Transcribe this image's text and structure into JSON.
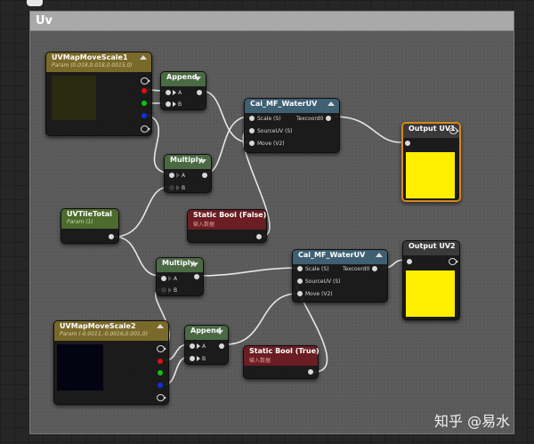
{
  "comment": {
    "title": "Uv"
  },
  "nodes": {
    "uvmap1": {
      "title": "UVMapMoveScale1",
      "subtitle": "Param (0.018,0.018,0.0015,0)"
    },
    "append1": {
      "title": "Append",
      "pin_a": "A",
      "pin_b": "B"
    },
    "multiply1": {
      "title": "Multiply",
      "pin_a": "A",
      "pin_b": "B"
    },
    "water1": {
      "title": "Cai_MF_WaterUV",
      "in_scale": "Scale (S)",
      "in_source": "SourceUV (S)",
      "in_move": "Move (V2)",
      "out_texcoord": "Texcoord0"
    },
    "output1": {
      "title": "Output UV1"
    },
    "uvtile": {
      "title": "UVTileTotal",
      "subtitle": "Param (1)"
    },
    "bool_false": {
      "title": "Static Bool (False)",
      "subtitle": "输入数据"
    },
    "multiply2": {
      "title": "Multiply",
      "pin_a": "A",
      "pin_b": "B"
    },
    "water2": {
      "title": "Cai_MF_WaterUV",
      "in_scale": "Scale (S)",
      "in_source": "SourceUV (S)",
      "in_move": "Move (V2)",
      "out_texcoord": "Texcoord0"
    },
    "output2": {
      "title": "Output UV2"
    },
    "uvmap2": {
      "title": "UVMapMoveScale2",
      "subtitle": "Param (-0.0011,-0.0016,0.001,0)"
    },
    "append2": {
      "title": "Append",
      "pin_a": "A",
      "pin_b": "B"
    },
    "bool_true": {
      "title": "Static Bool (True)",
      "subtitle": "输入数据"
    }
  },
  "colors": {
    "param_header": "#7a6a2a",
    "scalar_header": "#4d6b2d",
    "function_header": "#3f5f73",
    "bool_header": "#6a1d22",
    "math_header": "#4a6a44",
    "output_header": "#3a3a3a",
    "output_preview": "#ffee00",
    "selected_border": "#d8861f"
  },
  "watermark": "知乎 @易水"
}
